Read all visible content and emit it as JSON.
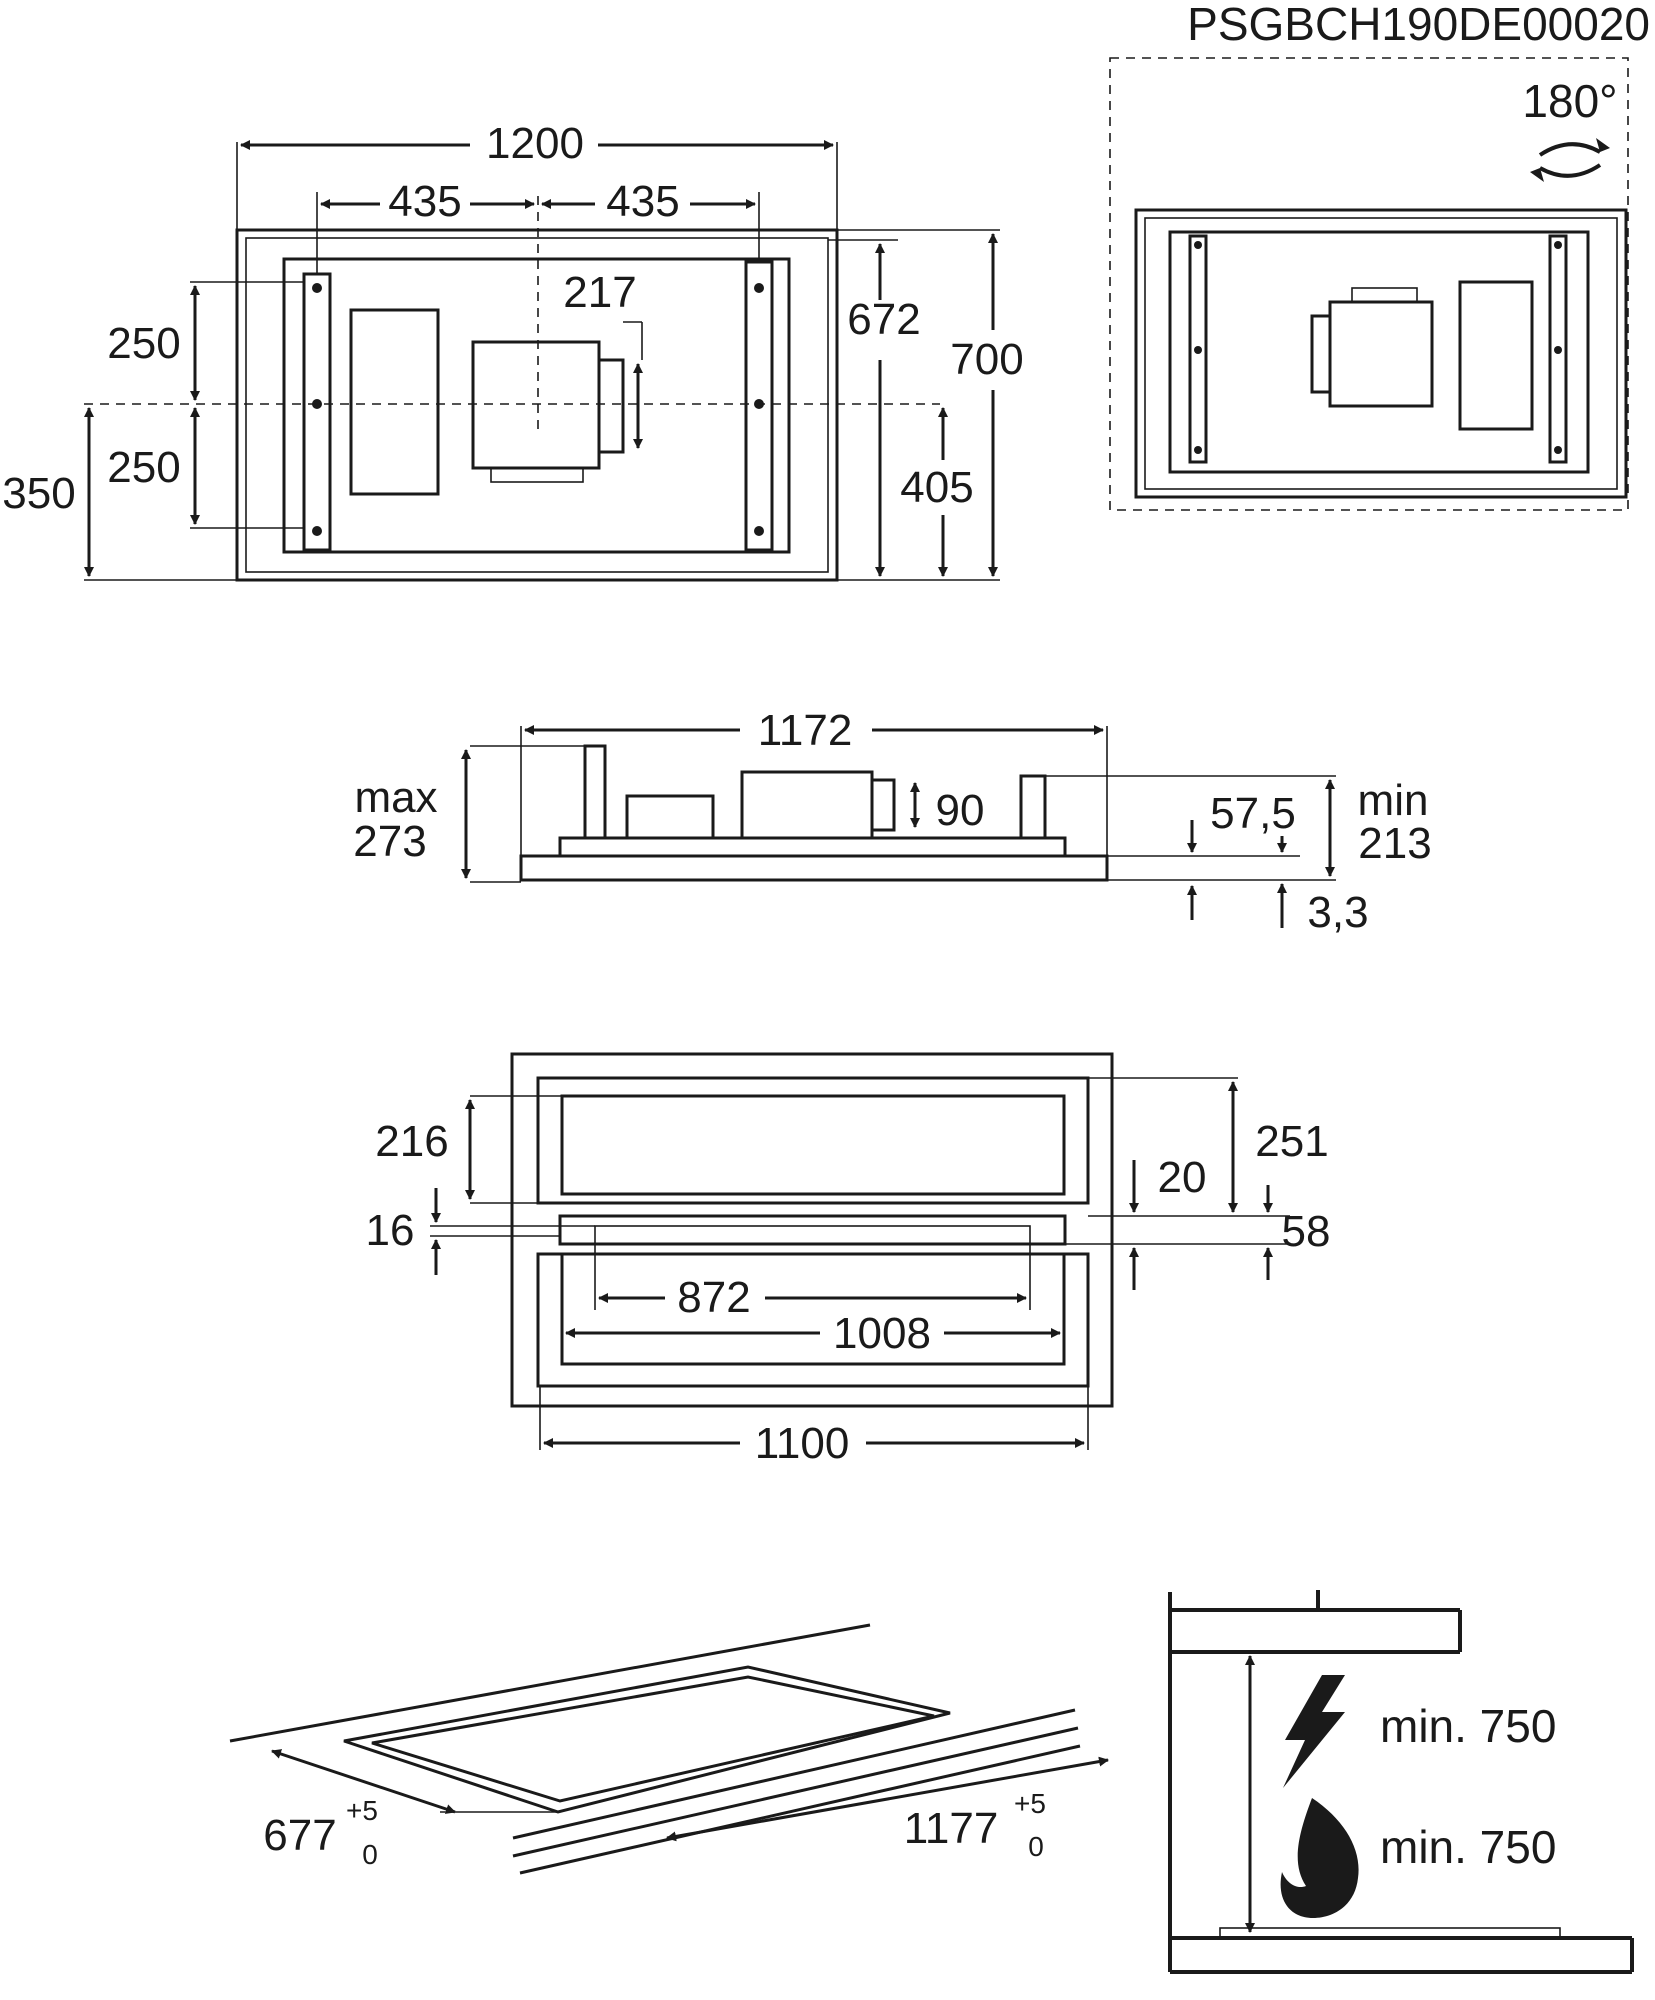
{
  "document_code": "PSGBCH190DE00020",
  "rotation_label": "180°",
  "top_view": {
    "width": "1200",
    "left_half": "435",
    "right_half": "435",
    "outlet_offset": "217",
    "upper_spacing": "250",
    "lower_spacing": "250",
    "side_left": "350",
    "inner_depth": "672",
    "outer_depth": "700",
    "right_offset": "405"
  },
  "side_view": {
    "length": "1172",
    "max_label": "max",
    "max_value": "273",
    "outlet_height": "90",
    "step": "57,5",
    "min_label": "min",
    "min_value": "213",
    "frame": "3,3"
  },
  "section_view": {
    "inner_height": "216",
    "gap_top": "16",
    "gap_right": "20",
    "outer_height": "251",
    "bottom_gap": "58",
    "slot_width": "872",
    "inner_width": "1008",
    "outer_width": "1100"
  },
  "cutout": {
    "depth": "677",
    "length": "1177",
    "tol_plus": "+5",
    "tol_zero": "0"
  },
  "clearance": {
    "electric": "min. 750",
    "gas": "min. 750"
  },
  "icons": {
    "rotation": "rotate-arrows-icon",
    "electric": "lightning-icon",
    "gas": "flame-icon"
  }
}
